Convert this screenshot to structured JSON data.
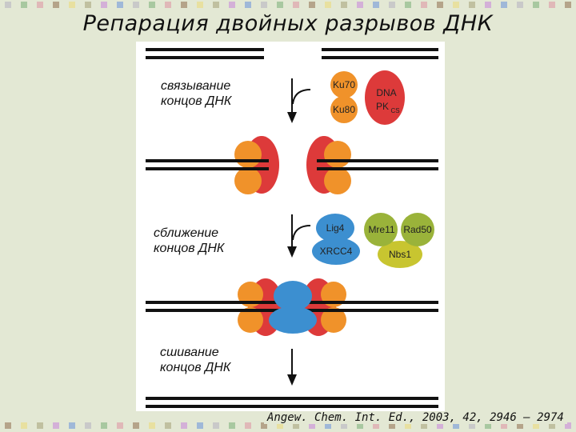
{
  "title": "Репарация двойных разрывов ДНК",
  "steps": {
    "step1": [
      "связывание",
      "концов ДНК"
    ],
    "step2": [
      "сближение",
      "концов ДНК"
    ],
    "step3": [
      "сшивание",
      "концов ДНК"
    ]
  },
  "proteins": {
    "ku70": "Ku70",
    "ku80": "Ku80",
    "dna_pk": "DNA",
    "dna_pk2": "PK",
    "dna_pk_sub": "CS",
    "lig4": "Lig4",
    "xrcc4": "XRCC4",
    "mre11": "Mre11",
    "rad50": "Rad50",
    "nbs1": "Nbs1"
  },
  "citation": "Angew. Chem. Int. Ed., 2003, 42, 2946 – 2974",
  "colors": {
    "background": "#e3e8d4",
    "ku_orange": "#f0922a",
    "dnapk_red": "#dd3a3a",
    "lig4_blue": "#3c8fd0",
    "mrn_green": "#9ab33a",
    "nbs1_yellow": "#c8c530"
  }
}
